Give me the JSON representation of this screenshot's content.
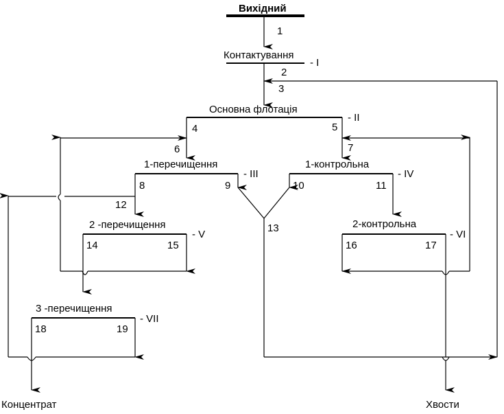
{
  "nodes": {
    "source": "Вихідний",
    "contact": "Контактування",
    "main_flotation": "Основна  флотація",
    "clean1": "1-перечищення",
    "control1": "1-контрольна",
    "clean2": "2 -перечищення",
    "control2": "2-контрольна",
    "clean3": "3 -перечищення"
  },
  "stage_marks": {
    "I": "- I",
    "II": "- II",
    "III": "- III",
    "IV": "- IV",
    "V": "- V",
    "VI": "- VI",
    "VII": "- VII"
  },
  "products": {
    "concentrate": "Концентрат",
    "tailings": "Хвости"
  },
  "flows": [
    "1",
    "2",
    "3",
    "4",
    "5",
    "6",
    "7",
    "8",
    "9",
    "10",
    "11",
    "12",
    "13",
    "14",
    "15",
    "16",
    "17",
    "18",
    "19"
  ],
  "colors": {
    "line": "#000000",
    "background": "#ffffff"
  }
}
